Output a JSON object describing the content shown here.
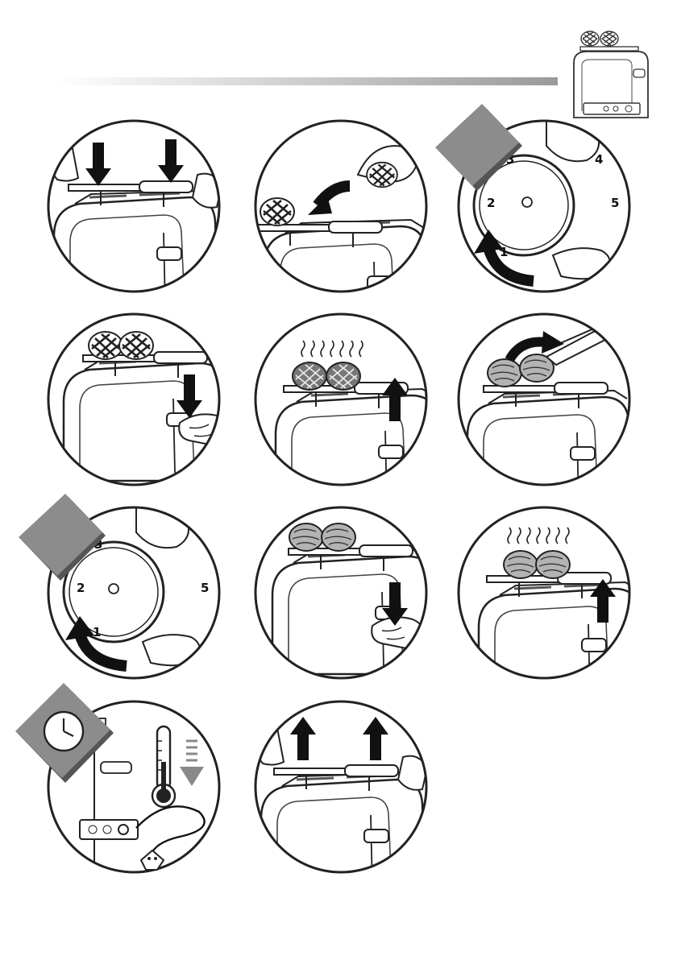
{
  "dial_one": {
    "labels": [
      "1",
      "2",
      "3",
      "4",
      "5"
    ]
  },
  "dial_two": {
    "labels": [
      "1",
      "2",
      "3",
      "5"
    ]
  },
  "icons": [
    "clock-icon",
    "thermometer-icon",
    "arrow-down-icon",
    "arrow-up-icon",
    "steam-icon",
    "plug-icon"
  ],
  "colors": {
    "ink": "#1a1a1a",
    "badge": "#8c8c8c",
    "badge_dark": "#555555",
    "bar_end": "#9a9a9a"
  }
}
